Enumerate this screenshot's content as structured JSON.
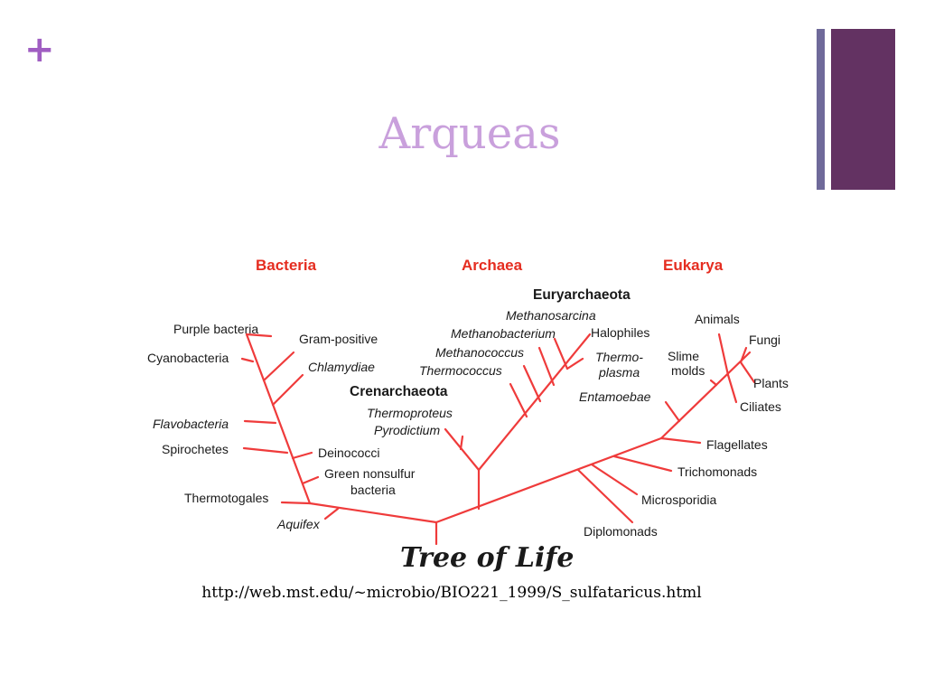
{
  "slide": {
    "plus_symbol": "+",
    "title": "Arqueas",
    "source_url": "http://web.mst.edu/~microbio/BIO221_1999/S_sulfataricus.html"
  },
  "colors": {
    "accent_plus": "#a05ec2",
    "title": "#c9a0dc",
    "bar_thin": "#6f6a9a",
    "bar_thick": "#633262",
    "tree_line": "#ef3b3b",
    "domain_label": "#e52d20",
    "highlight_label": "#2222dd"
  },
  "diagram": {
    "caption": "Tree of Life",
    "domains": {
      "bacteria": "Bacteria",
      "archaea": "Archaea",
      "eukarya": "Eukarya"
    },
    "groups": {
      "euryarchaeota": "Euryarchaeota",
      "crenarchaeota": "Crenarchaeota"
    },
    "taxa": {
      "purple_bacteria": "Purple bacteria",
      "gram_positive": "Gram-positive",
      "cyanobacteria": "Cyanobacteria",
      "chlamydiae": "Chlamydiae",
      "flavobacteria": "Flavobacteria",
      "spirochetes": "Spirochetes",
      "deinococci": "Deinococci",
      "green_nonsulfur_1": "Green nonsulfur",
      "green_nonsulfur_2": "bacteria",
      "thermotogales": "Thermotogales",
      "aquifex": "Aquifex",
      "methanosarcina": "Methanosarcina",
      "methanobacterium": "Methanobacterium",
      "halophiles": "Halophiles",
      "methanococcus": "Methanococcus",
      "thermoplasma_1": "Thermo-",
      "thermoplasma_2": "plasma",
      "thermococcus": "Thermococcus",
      "thermoproteus": "Thermoproteus",
      "pyrodictium": "Pyrodictium",
      "animals": "Animals",
      "fungi": "Fungi",
      "slime_molds_1": "Slime",
      "slime_molds_2": "molds",
      "plants": "Plants",
      "ciliates": "Ciliates",
      "entamoebae": "Entamoebae",
      "flagellates": "Flagellates",
      "trichomonads": "Trichomonads",
      "microsporidia": "Microsporidia",
      "diplomonads": "Diplomonads"
    }
  }
}
